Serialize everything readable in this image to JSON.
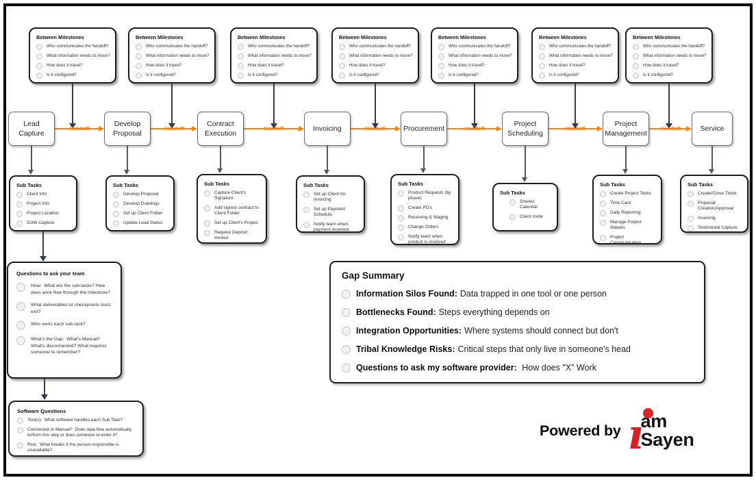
{
  "labels": {
    "between_title": "Between Milestones",
    "subtasks_title": "Sub Tasks",
    "handoff": "Handoff",
    "powered_by": "Powered by",
    "logo_line1": "am",
    "logo_line2": "Sayen"
  },
  "colors": {
    "accent_orange": "#f8820d",
    "arrow_dark": "#353c46",
    "brand_red": "#d82027"
  },
  "between_questions": [
    "Who communicates the handoff?",
    "What information needs to move?",
    "How does it travel?",
    "Is it configured?"
  ],
  "milestones": [
    "Lead Capture",
    "Develop Proposal",
    "Contract Execution",
    "Invoicing",
    "Procurement",
    "Project Scheduling",
    "Project Management",
    "Service"
  ],
  "subtasks": [
    [
      "Client Info",
      "Project Info",
      "Project Location",
      "SOW Capture"
    ],
    [
      "Develop Proposal",
      "Develop Drawings",
      "Set up Client Folder",
      "Update Lead Status"
    ],
    [
      "Capture Client's Signature",
      "Add signed contract to Client Folder",
      "Set up Client's Project",
      "Request Deposit Invoice"
    ],
    [
      "Set up Client for Invoicing",
      "Set up Payment Schedule",
      "Notify team when payment received"
    ],
    [
      "Product Requests (by phase)",
      "Create PO's",
      "Receiving & Staging",
      "Change Orders",
      "Notify team when product is received"
    ],
    [
      "Shared Calendar",
      "Client Invite"
    ],
    [
      "Create Project Tasks",
      "Time Card",
      "Daily Reporting",
      "Manage Project Statues",
      "Project Communication"
    ],
    [
      "Create/Close Ticket",
      "Proposal Creation/Approval",
      "Invoicing",
      "Testimonial Capture"
    ]
  ],
  "team_questions": {
    "title": "Questions to ask your team",
    "items": [
      "How:  What are the sub-tasks? How does work flow through the milestone?",
      "What deliverables or checkpoints must exit?",
      "Who owns each sub-task?",
      "What's the Gap:  What's Manual?  What's disconnected? What requires someone to remember?"
    ]
  },
  "software_questions": {
    "title": "Software Questions",
    "items": [
      "Tool(s):  What software handles each Sub Task?",
      "Connected or Manual?  Does data flow automatically to/from this step or does someone re-enter it?",
      "Risk:  What breaks if the person responsible is unavailable?"
    ]
  },
  "gap_summary": {
    "title": "Gap Summary",
    "items": [
      {
        "label": "Information Silos Found:",
        "text": "Data trapped in one tool or one person"
      },
      {
        "label": "Bottlenecks Found:",
        "text": "Steps everything depends on"
      },
      {
        "label": "Integration Opportunities:",
        "text": "Where systems should connect but don't"
      },
      {
        "label": "Tribal Knowledge Risks:",
        "text": "Critical steps that only live in someone's head"
      },
      {
        "label": "Questions to ask my software provider:",
        "text": " How does \"X\" Work"
      }
    ]
  }
}
